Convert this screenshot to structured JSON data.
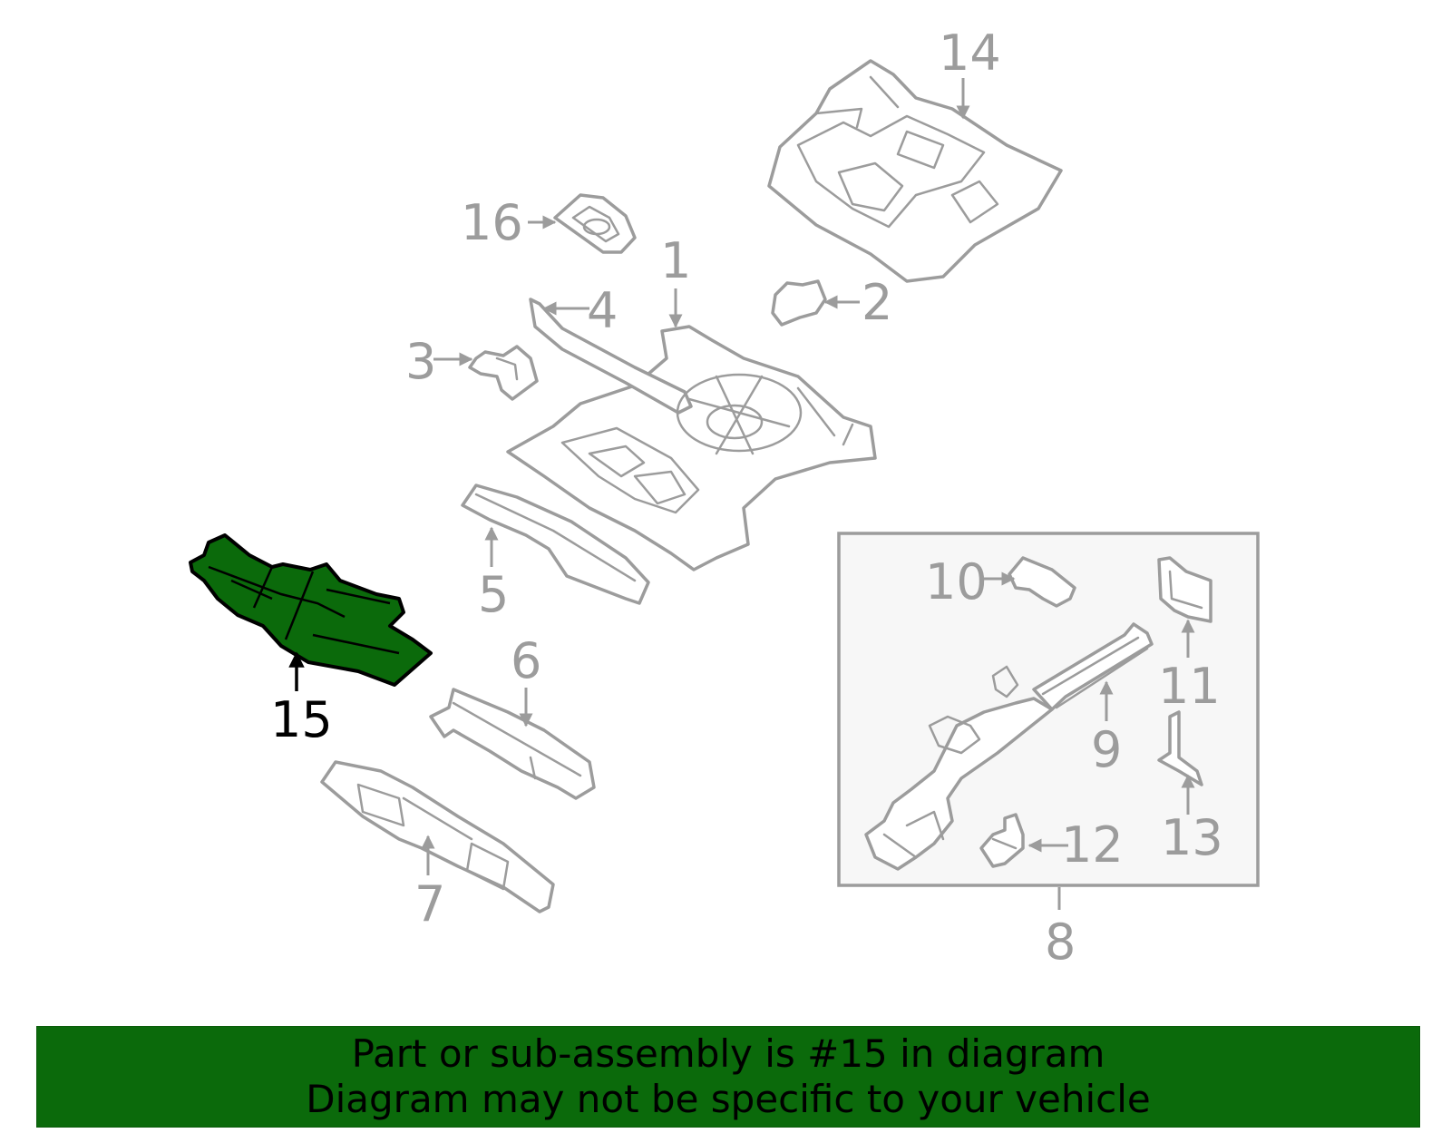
{
  "diagram": {
    "highlight_color": "#0b6a0b",
    "line_color": "#9c9c9c",
    "callouts": {
      "c1": "1",
      "c2": "2",
      "c3": "3",
      "c4": "4",
      "c5": "5",
      "c6": "6",
      "c7": "7",
      "c8": "8",
      "c9": "9",
      "c10": "10",
      "c11": "11",
      "c12": "12",
      "c13": "13",
      "c14": "14",
      "c15": "15",
      "c16": "16"
    },
    "highlighted_part": "15"
  },
  "banner": {
    "line1": "Part or sub-assembly is #15 in diagram",
    "line2": "Diagram may not be specific to your vehicle",
    "background": "#0b6a0b"
  }
}
